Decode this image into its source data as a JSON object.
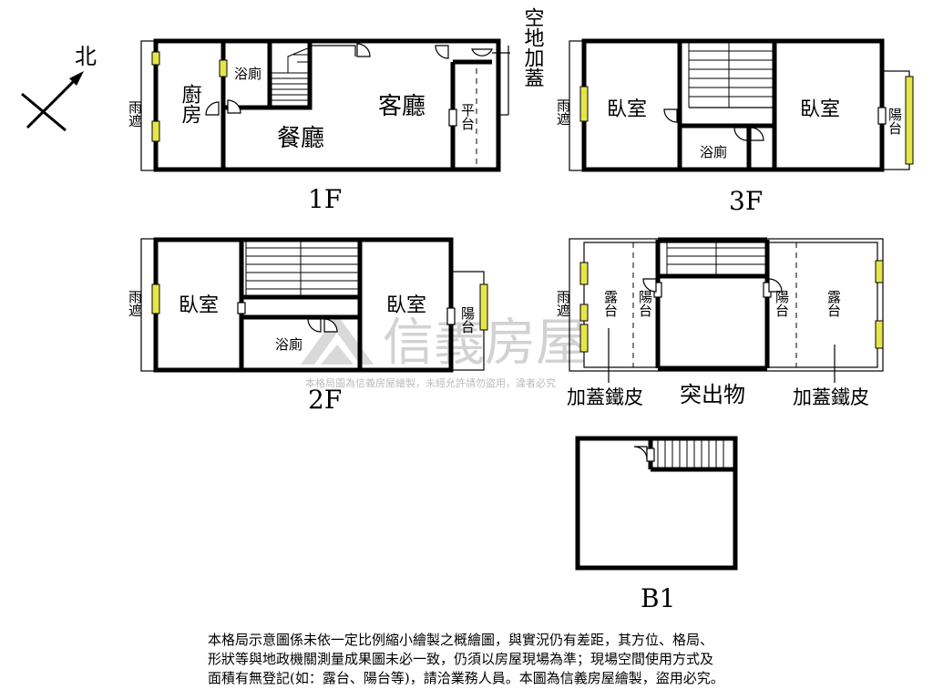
{
  "compass": {
    "north_label": "北"
  },
  "floors": {
    "f1": {
      "label": "1F",
      "rooms": {
        "rain_shelter": "雨遮",
        "kitchen": "廚房",
        "bathroom": "浴廁",
        "living": "客廳",
        "dining": "餐廳",
        "platform": "平台"
      },
      "annotation": "空地加蓋"
    },
    "f2": {
      "label": "2F",
      "rooms": {
        "rain_shelter": "雨遮",
        "bedroom_left": "臥室",
        "bedroom_right": "臥室",
        "bathroom": "浴廁",
        "balcony": "陽台"
      }
    },
    "f3": {
      "label": "3F",
      "rooms": {
        "rain_shelter": "雨遮",
        "bedroom_left": "臥室",
        "bedroom_right": "臥室",
        "bathroom": "浴廁",
        "balcony": "陽台"
      }
    },
    "roof": {
      "rooms": {
        "rain_shelter": "雨遮",
        "terrace_left": "露台",
        "balcony_left": "陽台",
        "balcony_right": "陽台",
        "terrace_right": "露台"
      },
      "labels": {
        "iron_left": "加蓋鐵皮",
        "protrusion": "突出物",
        "iron_right": "加蓋鐵皮"
      }
    },
    "b1": {
      "label": "B1"
    }
  },
  "watermark": {
    "brand": "信義房屋",
    "notice": "本格局圖為信義房屋繪製，未經允許請勿盜用，違者必究"
  },
  "disclaimer": [
    "本格局示意圖係未依一定比例縮小繪製之概繪圖，與實況仍有差距，其方位、格局、",
    "形狀等與地政機關測量成果圖未必一致，仍須以房屋現場為準；現場空間使用方式及",
    "面積有無登記(如：露台、陽台等)，請洽業務人員。本圖為信義房屋繪製，盜用必究。"
  ]
}
